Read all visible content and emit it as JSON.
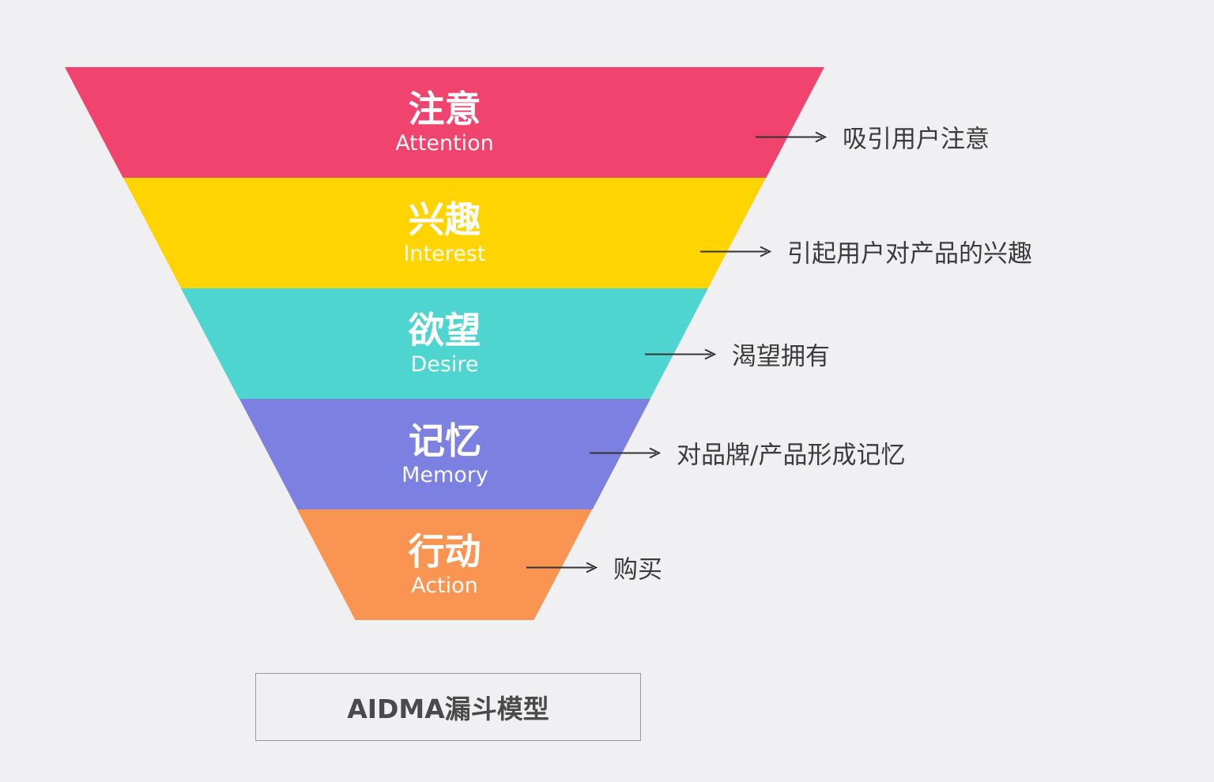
{
  "page": {
    "background": "#F0F0F2",
    "annotation_text_color": "#3b3b3b"
  },
  "funnel": {
    "layers": [
      {
        "title": "注意",
        "subtitle": "Attention",
        "color": "#F0436E",
        "annotation": "吸引用户注意"
      },
      {
        "title": "兴趣",
        "subtitle": "Interest",
        "color": "#FFD400",
        "annotation": "引起用户对产品的兴趣"
      },
      {
        "title": "欲望",
        "subtitle": "Desire",
        "color": "#4FD5CF",
        "annotation": "渴望拥有"
      },
      {
        "title": "记忆",
        "subtitle": "Memory",
        "color": "#7C80E1",
        "annotation": "对品牌/产品形成记忆"
      },
      {
        "title": "行动",
        "subtitle": "Action",
        "color": "#FA9452",
        "annotation": "购买"
      }
    ]
  },
  "caption": {
    "label": "AIDMA漏斗模型"
  }
}
